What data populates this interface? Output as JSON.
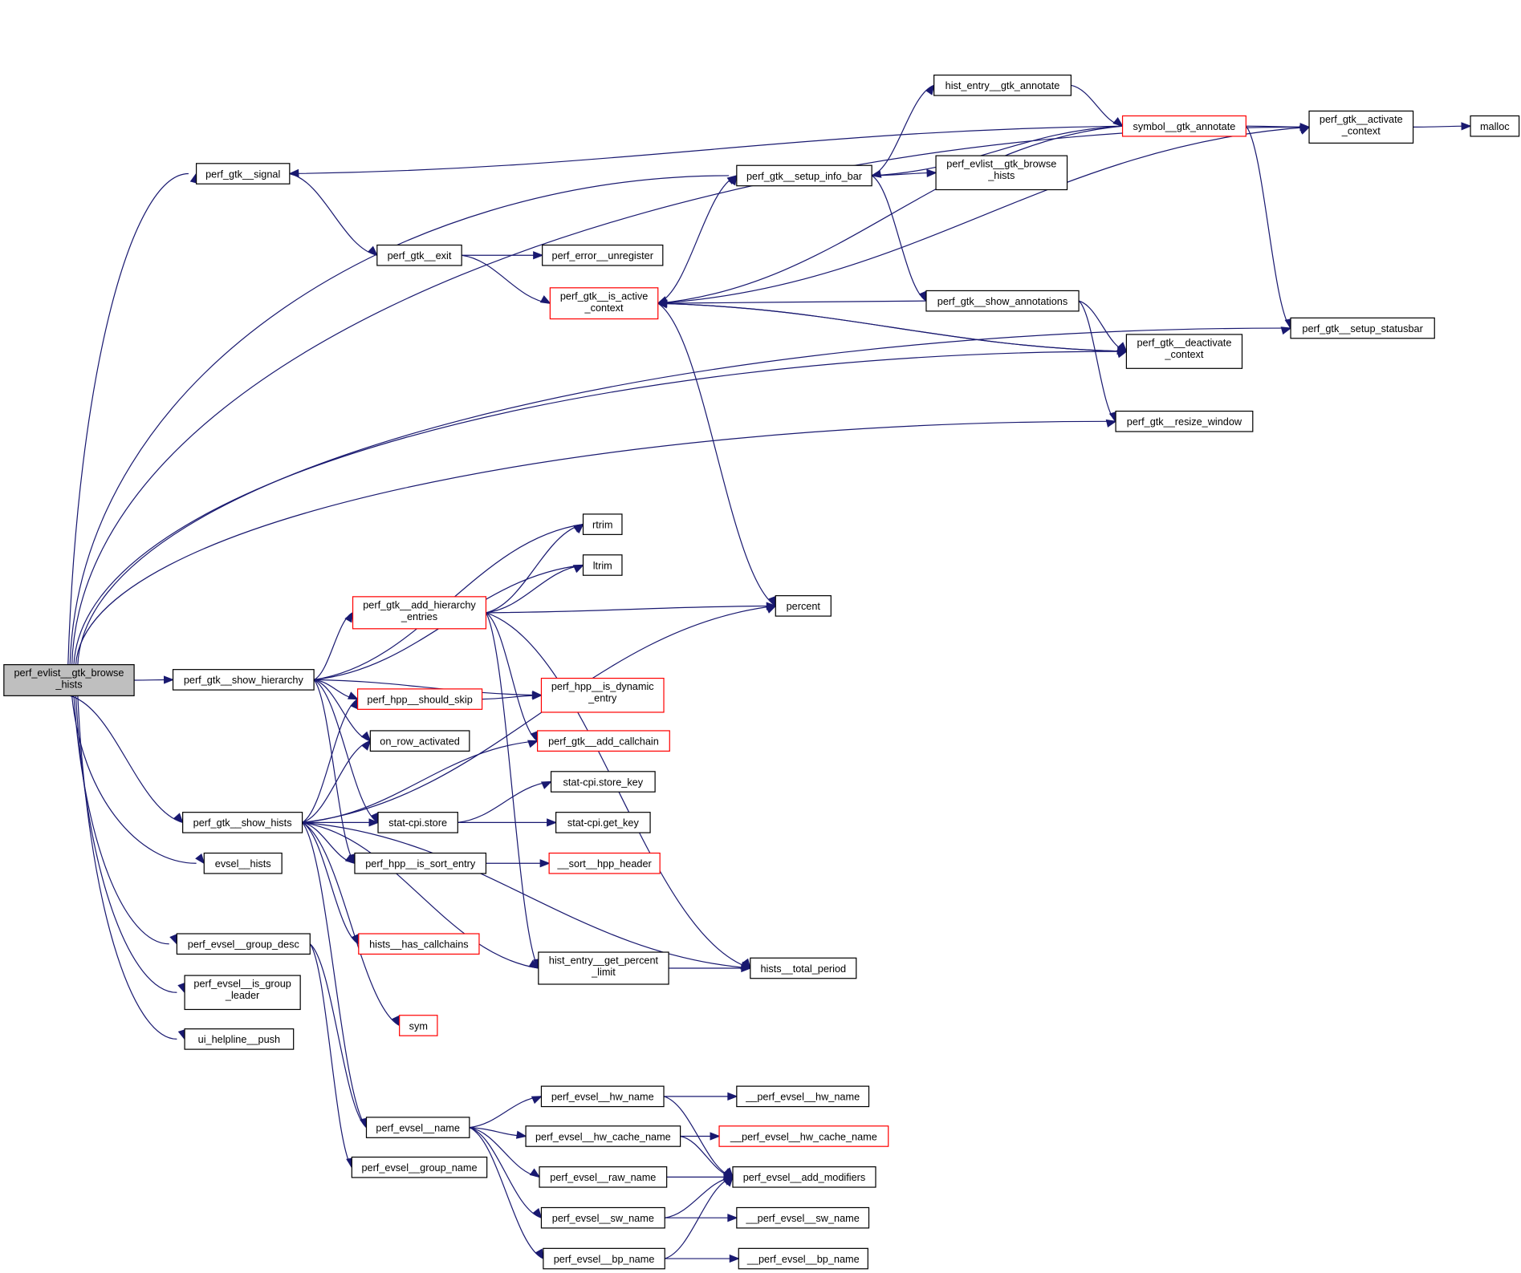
{
  "diagram": {
    "type": "call-graph",
    "root": "perf_evlist__gtk_browse_hists",
    "colors": {
      "edge": "#191970",
      "root_fill": "#bfbfbf",
      "truncated_border": "#ff0000",
      "node_border": "#000000"
    },
    "nodes": [
      {
        "id": "root",
        "lines": [
          "perf_evlist__gtk_browse",
          "_hists"
        ],
        "style": "root"
      },
      {
        "id": "signal",
        "lines": [
          "perf_gtk__signal"
        ]
      },
      {
        "id": "exit",
        "lines": [
          "perf_gtk__exit"
        ]
      },
      {
        "id": "err_unreg",
        "lines": [
          "perf_error__unregister"
        ]
      },
      {
        "id": "is_active",
        "lines": [
          "perf_gtk__is_active",
          "_context"
        ],
        "style": "red"
      },
      {
        "id": "setup_info",
        "lines": [
          "perf_gtk__setup_info_bar"
        ]
      },
      {
        "id": "hist_annot",
        "lines": [
          "hist_entry__gtk_annotate"
        ]
      },
      {
        "id": "sym_annot",
        "lines": [
          "symbol__gtk_annotate"
        ],
        "style": "red"
      },
      {
        "id": "browse2",
        "lines": [
          "perf_evlist__gtk_browse",
          "_hists"
        ]
      },
      {
        "id": "show_annot",
        "lines": [
          "perf_gtk__show_annotations"
        ]
      },
      {
        "id": "activate",
        "lines": [
          "perf_gtk__activate",
          "_context"
        ]
      },
      {
        "id": "malloc",
        "lines": [
          "malloc"
        ]
      },
      {
        "id": "statusbar",
        "lines": [
          "perf_gtk__setup_statusbar"
        ]
      },
      {
        "id": "deactivate",
        "lines": [
          "perf_gtk__deactivate",
          "_context"
        ]
      },
      {
        "id": "resize",
        "lines": [
          "perf_gtk__resize_window"
        ]
      },
      {
        "id": "rtrim",
        "lines": [
          "rtrim"
        ]
      },
      {
        "id": "ltrim",
        "lines": [
          "ltrim"
        ]
      },
      {
        "id": "add_hier",
        "lines": [
          "perf_gtk__add_hierarchy",
          "_entries"
        ],
        "style": "red"
      },
      {
        "id": "percent",
        "lines": [
          "percent"
        ]
      },
      {
        "id": "show_hier",
        "lines": [
          "perf_gtk__show_hierarchy"
        ]
      },
      {
        "id": "should_skip",
        "lines": [
          "perf_hpp__should_skip"
        ],
        "style": "red"
      },
      {
        "id": "is_dynamic",
        "lines": [
          "perf_hpp__is_dynamic",
          "_entry"
        ],
        "style": "red"
      },
      {
        "id": "on_row",
        "lines": [
          "on_row_activated"
        ]
      },
      {
        "id": "add_callchain",
        "lines": [
          "perf_gtk__add_callchain"
        ],
        "style": "red"
      },
      {
        "id": "store_key",
        "lines": [
          "stat-cpi.store_key"
        ]
      },
      {
        "id": "show_hists",
        "lines": [
          "perf_gtk__show_hists"
        ]
      },
      {
        "id": "store",
        "lines": [
          "stat-cpi.store"
        ]
      },
      {
        "id": "get_key",
        "lines": [
          "stat-cpi.get_key"
        ]
      },
      {
        "id": "evsel_hists",
        "lines": [
          "evsel__hists"
        ]
      },
      {
        "id": "is_sort",
        "lines": [
          "perf_hpp__is_sort_entry"
        ]
      },
      {
        "id": "sort_hdr",
        "lines": [
          "__sort__hpp_header"
        ],
        "style": "red"
      },
      {
        "id": "has_cc",
        "lines": [
          "hists__has_callchains"
        ],
        "style": "red"
      },
      {
        "id": "group_desc",
        "lines": [
          "perf_evsel__group_desc"
        ]
      },
      {
        "id": "pct_limit",
        "lines": [
          "hist_entry__get_percent",
          "_limit"
        ]
      },
      {
        "id": "total_period",
        "lines": [
          "hists__total_period"
        ]
      },
      {
        "id": "is_leader",
        "lines": [
          "perf_evsel__is_group",
          "_leader"
        ]
      },
      {
        "id": "sym",
        "lines": [
          "sym"
        ],
        "style": "red"
      },
      {
        "id": "helpline",
        "lines": [
          "ui_helpline__push"
        ]
      },
      {
        "id": "hw_name",
        "lines": [
          "perf_evsel__hw_name"
        ]
      },
      {
        "id": "__hw_name",
        "lines": [
          "__perf_evsel__hw_name"
        ]
      },
      {
        "id": "evsel_name",
        "lines": [
          "perf_evsel__name"
        ]
      },
      {
        "id": "hw_cache",
        "lines": [
          "perf_evsel__hw_cache_name"
        ]
      },
      {
        "id": "__hw_cache",
        "lines": [
          "__perf_evsel__hw_cache_name"
        ],
        "style": "red"
      },
      {
        "id": "group_name",
        "lines": [
          "perf_evsel__group_name"
        ]
      },
      {
        "id": "raw_name",
        "lines": [
          "perf_evsel__raw_name"
        ]
      },
      {
        "id": "add_mod",
        "lines": [
          "perf_evsel__add_modifiers"
        ]
      },
      {
        "id": "sw_name",
        "lines": [
          "perf_evsel__sw_name"
        ]
      },
      {
        "id": "__sw_name",
        "lines": [
          "__perf_evsel__sw_name"
        ]
      },
      {
        "id": "bp_name",
        "lines": [
          "perf_evsel__bp_name"
        ]
      },
      {
        "id": "__bp_name",
        "lines": [
          "__perf_evsel__bp_name"
        ]
      }
    ],
    "edges": [
      [
        "root",
        "signal"
      ],
      [
        "root",
        "setup_info"
      ],
      [
        "root",
        "activate"
      ],
      [
        "root",
        "deactivate"
      ],
      [
        "root",
        "resize"
      ],
      [
        "root",
        "statusbar"
      ],
      [
        "root",
        "show_hier"
      ],
      [
        "root",
        "show_hists"
      ],
      [
        "root",
        "evsel_hists"
      ],
      [
        "root",
        "group_desc"
      ],
      [
        "root",
        "is_leader"
      ],
      [
        "root",
        "helpline"
      ],
      [
        "sym_annot",
        "signal"
      ],
      [
        "signal",
        "exit"
      ],
      [
        "exit",
        "err_unreg"
      ],
      [
        "exit",
        "is_active"
      ],
      [
        "setup_info",
        "hist_annot"
      ],
      [
        "setup_info",
        "browse2"
      ],
      [
        "setup_info",
        "show_annot"
      ],
      [
        "hist_annot",
        "sym_annot"
      ],
      [
        "sym_annot",
        "setup_info"
      ],
      [
        "sym_annot",
        "activate"
      ],
      [
        "sym_annot",
        "is_active"
      ],
      [
        "sym_annot",
        "statusbar"
      ],
      [
        "activate",
        "malloc"
      ],
      [
        "is_active",
        "setup_info"
      ],
      [
        "is_active",
        "activate"
      ],
      [
        "is_active",
        "deactivate"
      ],
      [
        "is_active",
        "percent"
      ],
      [
        "show_annot",
        "is_active"
      ],
      [
        "show_annot",
        "deactivate"
      ],
      [
        "show_annot",
        "resize"
      ],
      [
        "deactivate",
        "is_active"
      ],
      [
        "show_hier",
        "rtrim"
      ],
      [
        "show_hier",
        "ltrim"
      ],
      [
        "show_hier",
        "add_hier"
      ],
      [
        "show_hier",
        "is_dynamic"
      ],
      [
        "show_hier",
        "should_skip"
      ],
      [
        "show_hier",
        "on_row"
      ],
      [
        "show_hier",
        "store"
      ],
      [
        "show_hier",
        "is_sort"
      ],
      [
        "add_hier",
        "rtrim"
      ],
      [
        "add_hier",
        "ltrim"
      ],
      [
        "add_hier",
        "percent"
      ],
      [
        "add_hier",
        "total_period"
      ],
      [
        "add_hier",
        "add_callchain"
      ],
      [
        "add_hier",
        "pct_limit"
      ],
      [
        "should_skip",
        "is_dynamic"
      ],
      [
        "show_hists",
        "should_skip"
      ],
      [
        "show_hists",
        "on_row"
      ],
      [
        "show_hists",
        "add_callchain"
      ],
      [
        "show_hists",
        "store"
      ],
      [
        "show_hists",
        "is_sort"
      ],
      [
        "show_hists",
        "percent"
      ],
      [
        "show_hists",
        "has_cc"
      ],
      [
        "show_hists",
        "pct_limit"
      ],
      [
        "show_hists",
        "sym"
      ],
      [
        "show_hists",
        "total_period"
      ],
      [
        "show_hists",
        "evsel_name"
      ],
      [
        "store",
        "store_key"
      ],
      [
        "store",
        "get_key"
      ],
      [
        "is_sort",
        "sort_hdr"
      ],
      [
        "pct_limit",
        "total_period"
      ],
      [
        "group_desc",
        "evsel_name"
      ],
      [
        "group_desc",
        "group_name"
      ],
      [
        "evsel_name",
        "hw_name"
      ],
      [
        "evsel_name",
        "hw_cache"
      ],
      [
        "evsel_name",
        "raw_name"
      ],
      [
        "evsel_name",
        "sw_name"
      ],
      [
        "evsel_name",
        "bp_name"
      ],
      [
        "hw_name",
        "__hw_name"
      ],
      [
        "hw_name",
        "add_mod"
      ],
      [
        "hw_cache",
        "__hw_cache"
      ],
      [
        "hw_cache",
        "add_mod"
      ],
      [
        "raw_name",
        "add_mod"
      ],
      [
        "sw_name",
        "add_mod"
      ],
      [
        "sw_name",
        "__sw_name"
      ],
      [
        "bp_name",
        "add_mod"
      ],
      [
        "bp_name",
        "__bp_name"
      ]
    ]
  }
}
